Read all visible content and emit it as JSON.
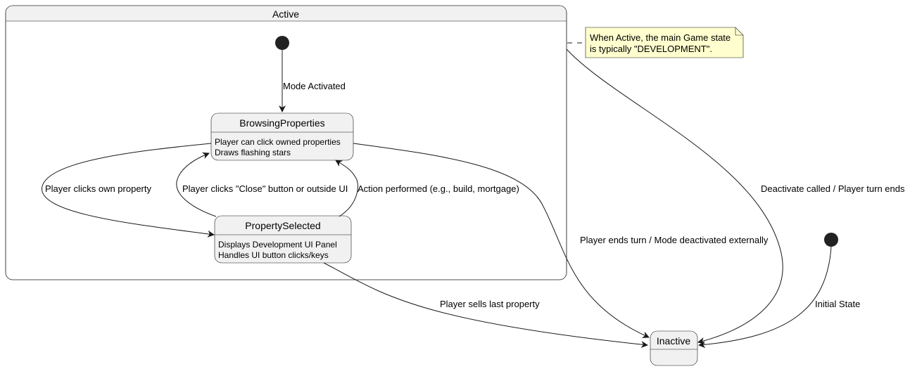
{
  "composite_state": {
    "name": "Active"
  },
  "states": {
    "browsing": {
      "name": "BrowsingProperties",
      "lines": [
        "Player can click owned properties",
        "Draws flashing stars"
      ]
    },
    "selected": {
      "name": "PropertySelected",
      "lines": [
        "Displays Development UI Panel",
        "Handles UI button clicks/keys"
      ]
    },
    "inactive": {
      "name": "Inactive"
    }
  },
  "transitions": {
    "mode_activated": "Mode Activated",
    "clicks_own_property": "Player clicks own property",
    "clicks_close": "Player clicks \"Close\" button or outside UI",
    "action_performed": "Action performed (e.g., build, mortgage)",
    "ends_turn": "Player ends turn / Mode deactivated externally",
    "sells_last": "Player sells last property",
    "deactivate_called": "Deactivate called / Player turn ends",
    "initial_state": "Initial State"
  },
  "note": {
    "lines": [
      "When Active, the main Game state",
      "is typically \"DEVELOPMENT\"."
    ]
  },
  "colors": {
    "state_fill": "#f1f1f1",
    "note_fill": "#fefece",
    "line": "#181818",
    "start_dot": "#222222"
  }
}
